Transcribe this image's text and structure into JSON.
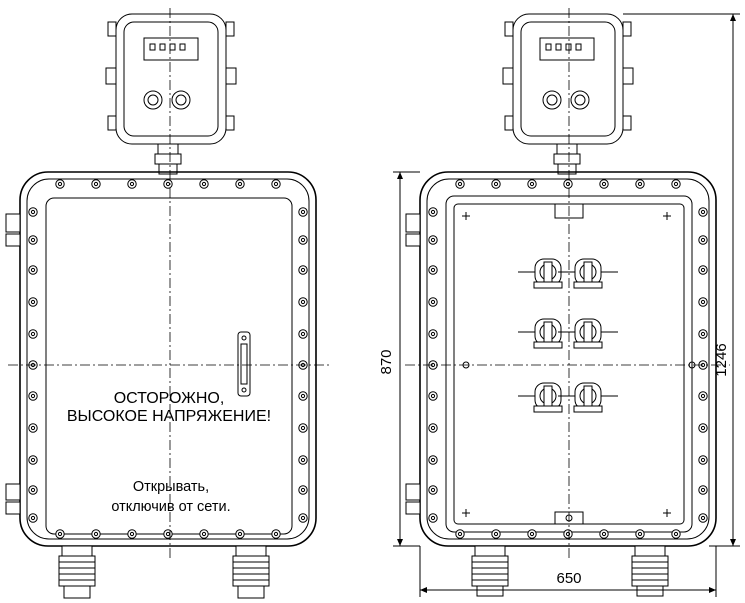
{
  "warning": {
    "line1": "ОСТОРОЖНО,",
    "line2": "ВЫСОКОЕ НАПРЯЖЕНИЕ!"
  },
  "note": {
    "line1": "Открывать,",
    "line2": "отключив от сети."
  },
  "dimensions": {
    "height_body": "870",
    "height_total": "1246",
    "width": "650"
  }
}
